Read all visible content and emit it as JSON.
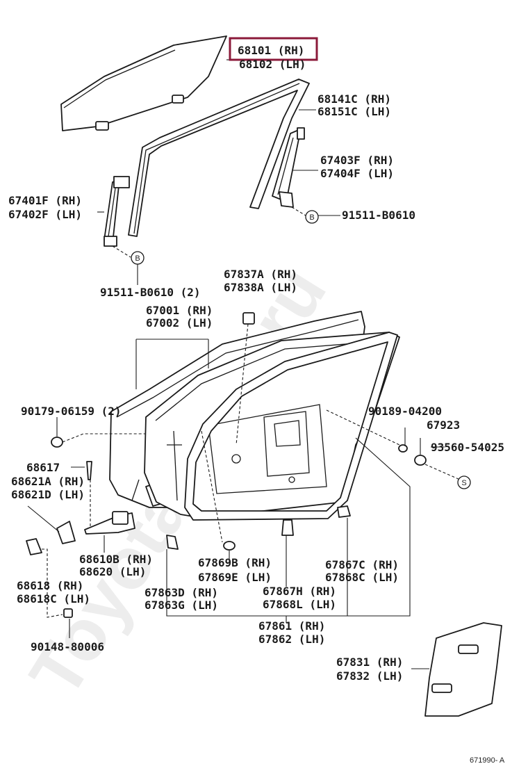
{
  "watermark": "ToyotaMine.ru",
  "diagram_code": "671990- A",
  "highlight_color": "#8b1a3a",
  "callouts": {
    "glass_rh": "68101 (RH)",
    "glass_lh": "68102 (LH)",
    "run_rh": "68141C (RH)",
    "run_lh": "68151C (LH)",
    "rear_channel_rh": "67403F (RH)",
    "rear_channel_lh": "67404F (LH)",
    "bolt_rear": "91511-B0610",
    "front_channel_rh": "67401F (RH)",
    "front_channel_lh": "67402F (LH)",
    "bolt_front": "91511-B0610 (2)",
    "cover_rh": "67837A (RH)",
    "cover_lh": "67838A (LH)",
    "panel_rh": "67001 (RH)",
    "panel_lh": "67002 (LH)",
    "screw_left": "90179-06159 (2)",
    "clip_right": "90189-04200",
    "stopper": "67923",
    "cushion": "93560-54025",
    "hinge_pin": "68617",
    "hinge_a": "68621A (RH)",
    "hinge_d": "68621D (LH)",
    "check_rh": "68610B (RH)",
    "check_lh": "68620 (LH)",
    "wstrip_b_rh": "67869B (RH)",
    "wstrip_e_lh": "67869E (LH)",
    "wstrip_c_rh": "67867C (RH)",
    "wstrip_c_lh": "67868C (LH)",
    "lower_hinge_rh": "68618 (RH)",
    "lower_hinge_lh": "68618C (LH)",
    "wstrip_d_rh": "67863D (RH)",
    "wstrip_g_lh": "67863G (LH)",
    "wstrip_h_rh": "67867H (RH)",
    "wstrip_l_lh": "67868L (LH)",
    "wstrip_main_rh": "67861 (RH)",
    "wstrip_main_lh": "67862 (LH)",
    "bolt_lower": "90148-80006",
    "seal_rh": "67831 (RH)",
    "seal_lh": "67832 (LH)"
  },
  "refs": {
    "b": "B",
    "s": "S"
  }
}
